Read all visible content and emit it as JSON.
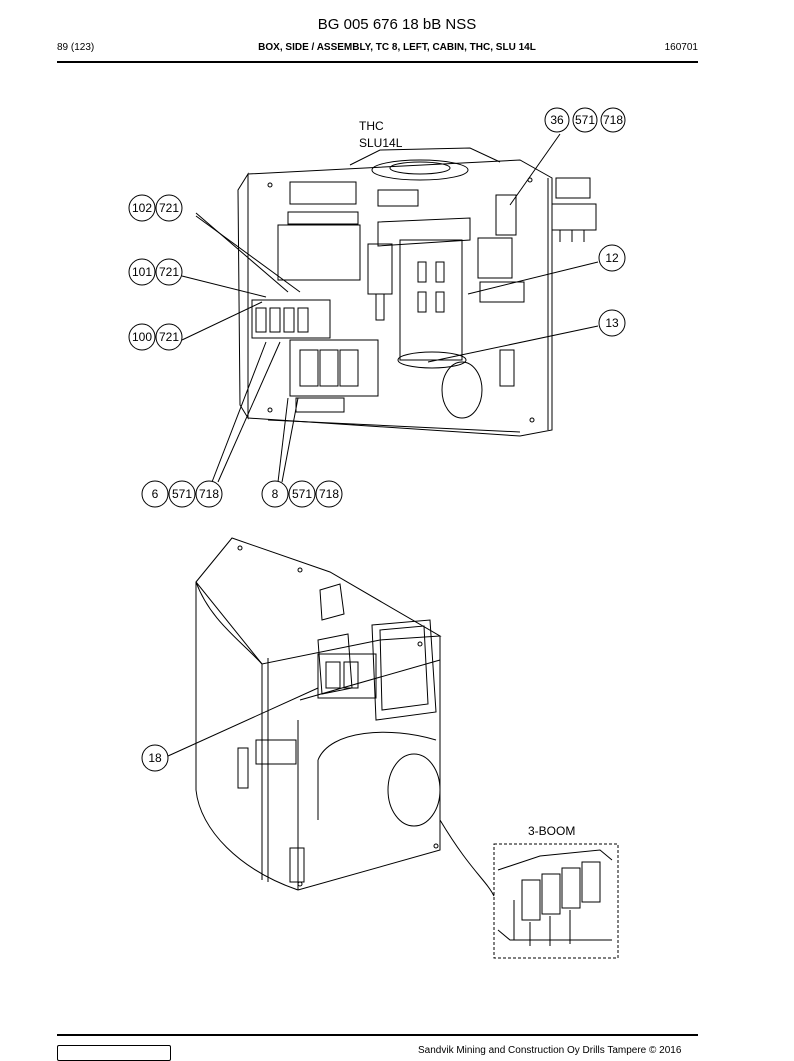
{
  "header": {
    "doc_title": "BG 005 676 18 bB NSS",
    "page_number": "89 (123)",
    "part_title": "BOX, SIDE / ASSEMBLY, TC 8, LEFT, CABIN, THC, SLU 14L",
    "doc_code": "160701"
  },
  "drawing": {
    "top_view_label_line1": "THC",
    "top_view_label_line2": "SLU14L",
    "detail_label": "3-BOOM",
    "callouts": {
      "c36": [
        "36",
        "571",
        "718"
      ],
      "c102": [
        "102",
        "721"
      ],
      "c101": [
        "101",
        "721"
      ],
      "c100": [
        "100",
        "721"
      ],
      "c12": [
        "12"
      ],
      "c13": [
        "13"
      ],
      "c6": [
        "6",
        "571",
        "718"
      ],
      "c8": [
        "8",
        "571",
        "718"
      ],
      "c18": [
        "18"
      ]
    }
  },
  "footer": {
    "copyright": "Sandvik Mining and Construction Oy Drills Tampere © 2016"
  }
}
